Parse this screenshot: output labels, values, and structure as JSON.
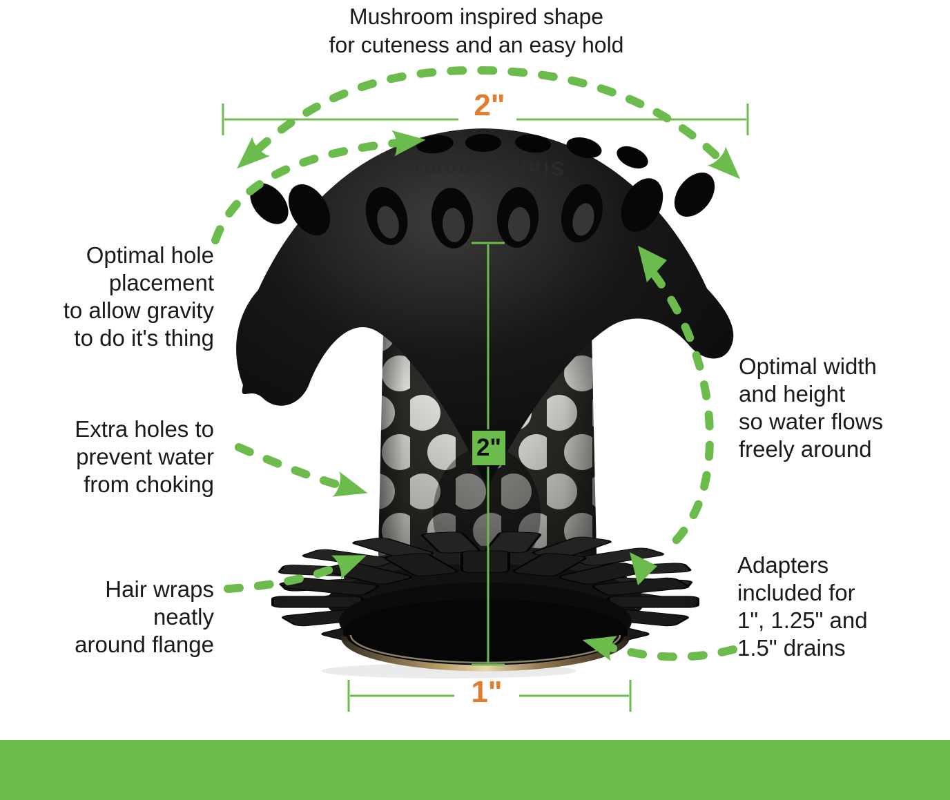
{
  "colors": {
    "accent_green": "#6cbc4d",
    "accent_orange": "#e27d2d",
    "text": "#1a1a1a",
    "product_black": "#0d0d0d"
  },
  "icons": {
    "dashed_arrow": "green dashed curved arrow",
    "arrowhead": "solid green triangle"
  },
  "top_caption": {
    "lines": [
      "Mushroom inspired shape",
      "for cuteness and an easy hold"
    ]
  },
  "annotations": {
    "optimal_hole_placement": {
      "lines": [
        "Optimal hole",
        "placement",
        "to allow gravity",
        "to do it's thing"
      ]
    },
    "extra_holes": {
      "lines": [
        "Extra holes to",
        "prevent water",
        "from choking"
      ]
    },
    "hair_wraps": {
      "lines": [
        "Hair wraps",
        "neatly",
        "around flange"
      ]
    },
    "optimal_width": {
      "lines": [
        "Optimal width",
        "and height",
        "so water flows",
        "freely around"
      ]
    },
    "adapters": {
      "lines": [
        "Adapters",
        "included for",
        "1\", 1.25\" and",
        "1.5\" drains"
      ]
    }
  },
  "measurements": {
    "top_width": "2\"",
    "height": "2\"",
    "bottom_width": "1\""
  },
  "product": {
    "embossed_text": "SinkShroom®"
  }
}
